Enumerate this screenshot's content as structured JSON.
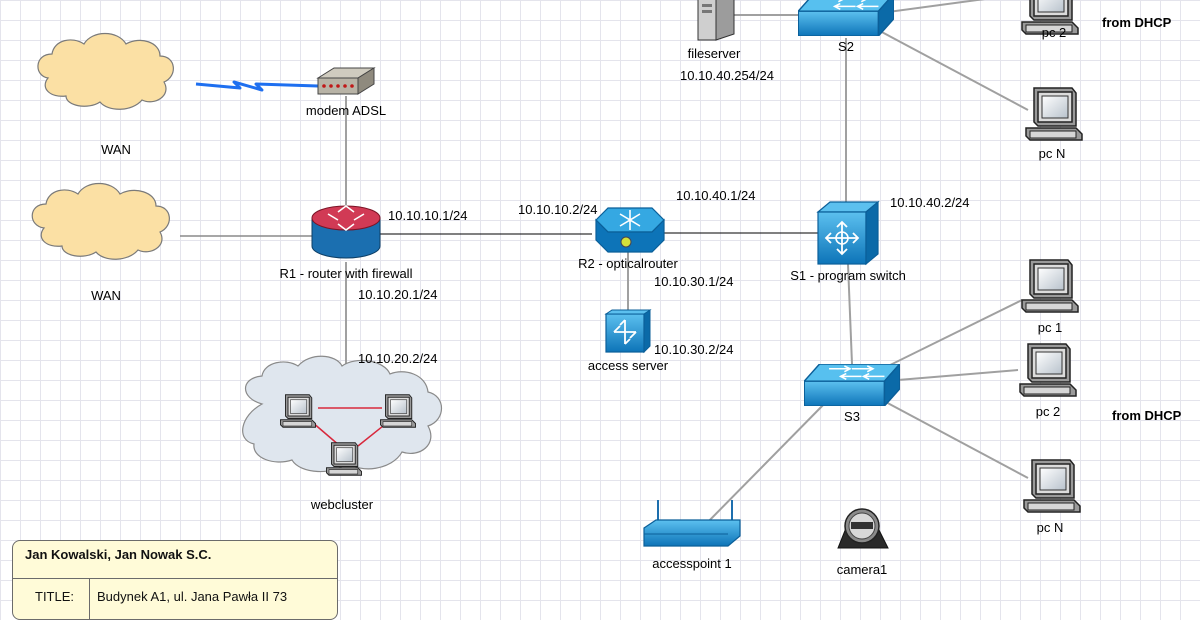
{
  "nodes": {
    "wan_top": "WAN",
    "wan_left": "WAN",
    "modem": "modem ADSL",
    "r1": "R1 - router with firewall",
    "r2": "R2 - opticalrouter",
    "s1": "S1 - program switch",
    "s2": "S2",
    "s3": "S3",
    "fileserver": "fileserver",
    "access_server": "access server",
    "webcluster": "webcluster",
    "accesspoint": "accesspoint 1",
    "camera": "camera1",
    "s2_pc2": "pc 2",
    "s2_pcn": "pc N",
    "s3_pc1": "pc 1",
    "s3_pc2": "pc 2",
    "s3_pcn": "pc N"
  },
  "addresses": {
    "r1_wan_side": "10.10.10.1/24",
    "r2_r1_side": "10.10.10.2/24",
    "r2_s1_side": "10.10.40.1/24",
    "s1_ip": "10.10.40.2/24",
    "r1_cluster_side": "10.10.20.1/24",
    "cluster_ip": "10.10.20.2/24",
    "r2_access_side": "10.10.30.1/24",
    "access_server_ip": "10.10.30.2/24",
    "fileserver_ip": "10.10.40.254/24"
  },
  "notes": {
    "dhcp_top": "from DHCP",
    "dhcp_bottom": "from DHCP"
  },
  "title_block": {
    "authors": "Jan Kowalski, Jan Nowak S.C.",
    "title_key": "TITLE:",
    "title_value": "Budynek A1, ul. Jana Pawła II 73"
  },
  "colors": {
    "cloud_fill": "#fbe0a4",
    "device_blue": "#1d8ccf",
    "router_red": "#c8324a",
    "cluster_link": "#d8283c",
    "wireless_link": "#1e6ff0",
    "title_block_fill": "#fffbd8"
  },
  "icons": [
    "cloud-icon",
    "modem-icon",
    "router-icon",
    "optical-router-icon",
    "multilayer-switch-icon",
    "workgroup-switch-icon",
    "server-tower-icon",
    "access-server-icon",
    "pc-icon",
    "access-point-icon",
    "camera-icon",
    "lightning-link-icon"
  ]
}
